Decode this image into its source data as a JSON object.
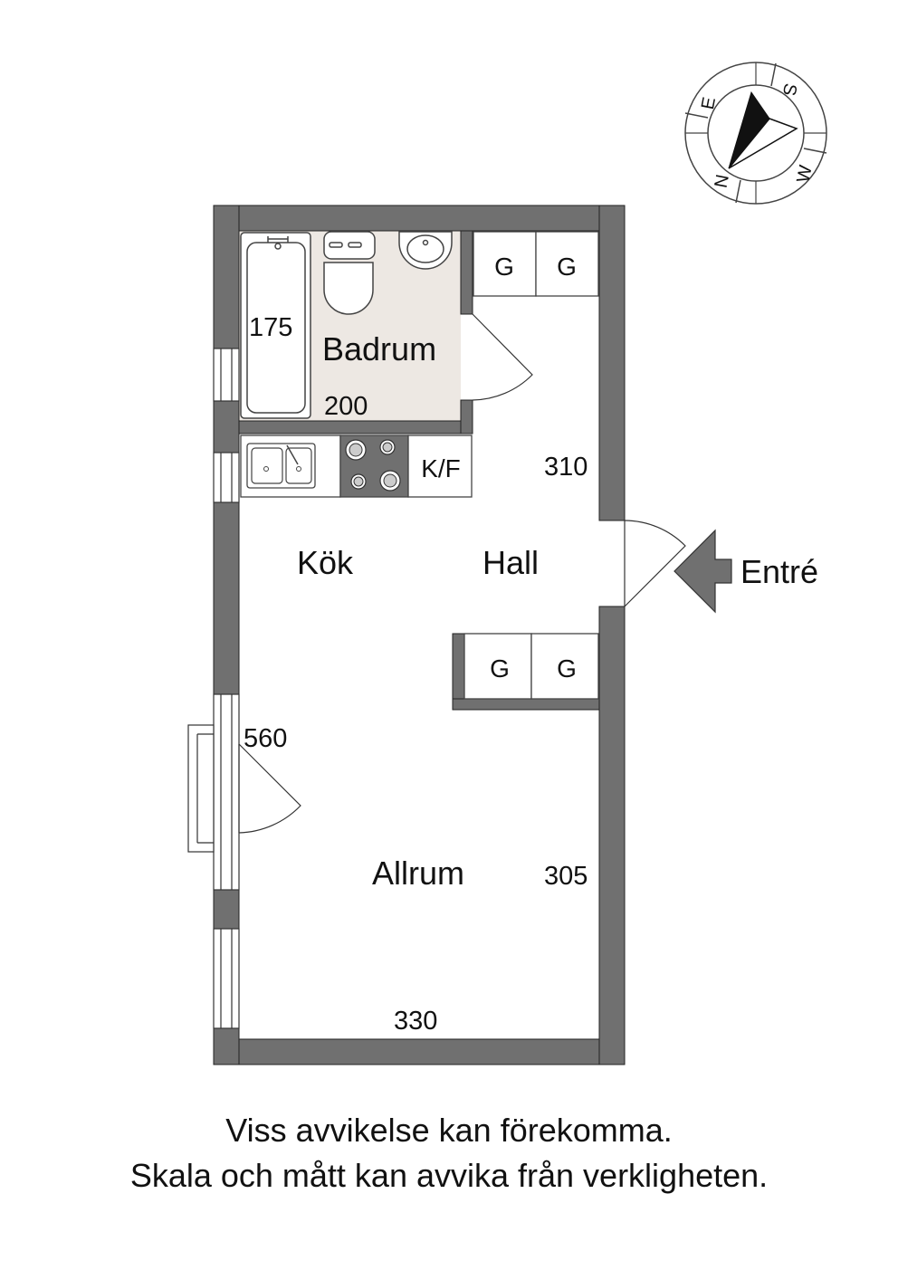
{
  "rooms": {
    "bathroom": "Badrum",
    "kitchen": "Kök",
    "hall": "Hall",
    "living": "Allrum"
  },
  "dimensions": {
    "bathtub": "175",
    "bathroom": "200",
    "hall": "310",
    "living_wall": "560",
    "living_depth": "305",
    "living_width": "330"
  },
  "fixtures": {
    "wardrobe_top_left": "G",
    "wardrobe_top_right": "G",
    "wardrobe_mid_left": "G",
    "wardrobe_mid_right": "G",
    "fridge_freezer": "K/F"
  },
  "entrance": {
    "label": "Entré"
  },
  "compass": {
    "north": "N",
    "east": "E",
    "south": "S",
    "west": "W"
  },
  "disclaimer": {
    "line1": "Viss avvikelse kan förekomma.",
    "line2": "Skala och mått kan avvika från verkligheten."
  },
  "colors": {
    "wall": "#707070",
    "bathroom_floor": "#ede8e3",
    "stove": "#707070"
  }
}
